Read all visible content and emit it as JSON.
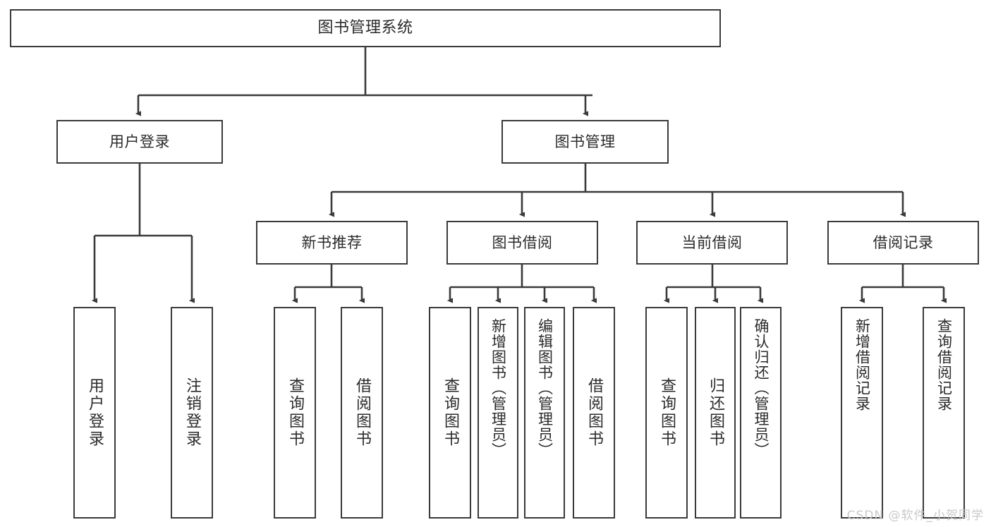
{
  "diagram": {
    "title": "图书管理系统",
    "watermark": "CSDN @软件_小贺同学",
    "colors": {
      "border": "#3a3a3a",
      "background": "#ffffff",
      "text": "#2b2b2b",
      "edge": "#3a3a3a",
      "watermark": "#c9c9c9"
    },
    "root": {
      "label": "图书管理系统"
    },
    "level1": [
      {
        "label": "用户登录"
      },
      {
        "label": "图书管理"
      }
    ],
    "level2": [
      {
        "label": "新书推荐"
      },
      {
        "label": "图书借阅"
      },
      {
        "label": "当前借阅"
      },
      {
        "label": "借阅记录"
      }
    ],
    "leaves": {
      "user_login": [
        {
          "label": "用户登录"
        },
        {
          "label": "注销登录"
        }
      ],
      "new_book": [
        {
          "label": "查询图书"
        },
        {
          "label": "借阅图书"
        }
      ],
      "book_borrow": [
        {
          "label": "查询图书"
        },
        {
          "label": "新增图书（管理员）"
        },
        {
          "label": "编辑图书（管理员）"
        },
        {
          "label": "借阅图书"
        }
      ],
      "current_borrow": [
        {
          "label": "查询图书"
        },
        {
          "label": "归还图书"
        },
        {
          "label": "确认归还（管理员）"
        }
      ],
      "borrow_record": [
        {
          "label": "新增借阅记录"
        },
        {
          "label": "查询借阅记录"
        }
      ]
    }
  }
}
